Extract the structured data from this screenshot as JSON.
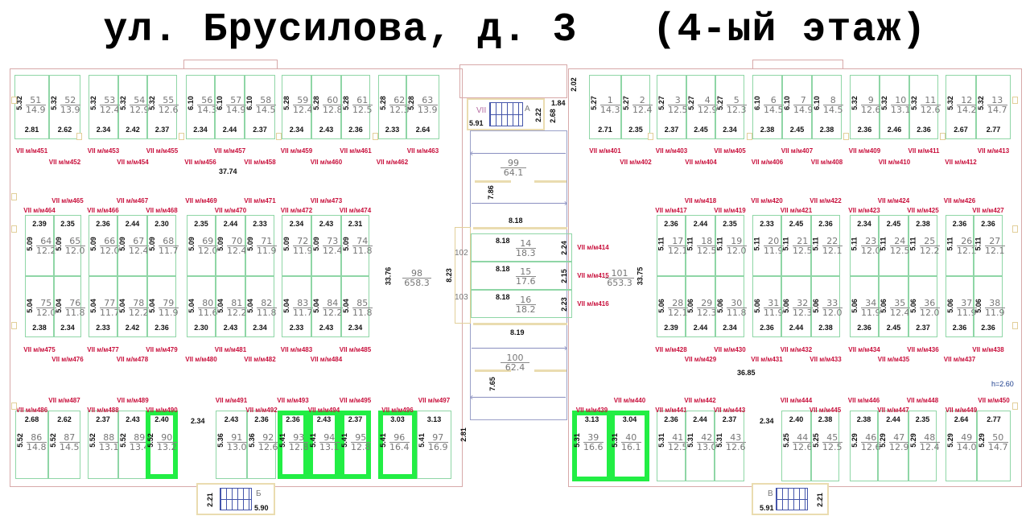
{
  "title": "ул. Брусилова, д. 3   (4-ый этаж)",
  "rows": {
    "top_left": [
      {
        "num": "51",
        "area": "14.9",
        "width": "5.32",
        "depth": "2.81",
        "label": "VII м/м451"
      },
      {
        "num": "52",
        "area": "13.9",
        "width": "5.32",
        "depth": "2.62",
        "label": "VII м/м452"
      },
      {
        "num": "53",
        "area": "12.4",
        "width": "5.32",
        "depth": "2.34",
        "label": "VII м/м453"
      },
      {
        "num": "54",
        "area": "12.9",
        "width": "5.32",
        "depth": "2.42",
        "label": "VII м/м454"
      },
      {
        "num": "55",
        "area": "12.6",
        "width": "5.32",
        "depth": "2.37",
        "label": "VII м/м455"
      },
      {
        "num": "56",
        "area": "14.3",
        "width": "6.10",
        "depth": "2.34",
        "label": "VII м/м456"
      },
      {
        "num": "57",
        "area": "14.9",
        "width": "6.10",
        "depth": "2.44",
        "label": "VII м/м457"
      },
      {
        "num": "58",
        "area": "14.5",
        "width": "6.10",
        "depth": "2.37",
        "label": "VII м/м458"
      },
      {
        "num": "59",
        "area": "12.4",
        "width": "5.28",
        "depth": "2.34",
        "label": "VII м/м459"
      },
      {
        "num": "60",
        "area": "12.8",
        "width": "5.28",
        "depth": "2.43",
        "label": "VII м/м460"
      },
      {
        "num": "61",
        "area": "12.5",
        "width": "5.28",
        "depth": "2.36",
        "label": "VII м/м461"
      },
      {
        "num": "62",
        "area": "12.3",
        "width": "5.28",
        "depth": "2.33",
        "label": "VII м/м462"
      },
      {
        "num": "63",
        "area": "13.9",
        "width": "5.28",
        "depth": "2.64",
        "label": "VII м/м463"
      }
    ],
    "top_right": [
      {
        "num": "1",
        "area": "14.3",
        "width": "5.27",
        "depth": "2.71",
        "label": "VII м/м401"
      },
      {
        "num": "2",
        "area": "12.4",
        "width": "5.27",
        "depth": "2.35",
        "label": "VII м/м402"
      },
      {
        "num": "3",
        "area": "12.5",
        "width": "5.27",
        "depth": "2.37",
        "label": "VII м/м403"
      },
      {
        "num": "4",
        "area": "12.9",
        "width": "5.27",
        "depth": "2.45",
        "label": "VII м/м404"
      },
      {
        "num": "5",
        "area": "12.3",
        "width": "5.27",
        "depth": "2.34",
        "label": "VII м/м405"
      },
      {
        "num": "6",
        "area": "14.5",
        "width": "6.10",
        "depth": "2.38",
        "label": "VII м/м406"
      },
      {
        "num": "7",
        "area": "14.9",
        "width": "6.10",
        "depth": "2.45",
        "label": "VII м/м407"
      },
      {
        "num": "8",
        "area": "14.5",
        "width": "6.10",
        "depth": "2.38",
        "label": "VII м/м408"
      },
      {
        "num": "9",
        "area": "12.6",
        "width": "5.32",
        "depth": "2.36",
        "label": "VII м/м409"
      },
      {
        "num": "10",
        "area": "13.1",
        "width": "5.32",
        "depth": "2.46",
        "label": "VII м/м410"
      },
      {
        "num": "11",
        "area": "12.6",
        "width": "5.32",
        "depth": "2.36",
        "label": "VII м/м411"
      },
      {
        "num": "12",
        "area": "14.2",
        "width": "5.32",
        "depth": "2.67",
        "label": "VII м/м412"
      },
      {
        "num": "13",
        "area": "14.7",
        "width": "5.32",
        "depth": "2.77",
        "label": "VII м/м413"
      }
    ],
    "mid_left_top": [
      {
        "num": "64",
        "area": "12.2",
        "width": "5.09",
        "depth": "2.39",
        "label": "VII м/м464"
      },
      {
        "num": "65",
        "area": "12.0",
        "width": "5.09",
        "depth": "2.35",
        "label": "VII м/м465"
      },
      {
        "num": "66",
        "area": "12.0",
        "width": "5.09",
        "depth": "2.36",
        "label": "VII м/м466"
      },
      {
        "num": "67",
        "area": "12.4",
        "width": "5.09",
        "depth": "2.44",
        "label": "VII м/м467"
      },
      {
        "num": "68",
        "area": "11.7",
        "width": "5.09",
        "depth": "2.30",
        "label": "VII м/м468"
      },
      {
        "num": "69",
        "area": "12.0",
        "width": "5.09",
        "depth": "2.35",
        "label": "VII м/м469"
      },
      {
        "num": "70",
        "area": "12.4",
        "width": "5.09",
        "depth": "2.44",
        "label": "VII м/м470"
      },
      {
        "num": "71",
        "area": "11.9",
        "width": "5.09",
        "depth": "2.33",
        "label": "VII м/м471"
      },
      {
        "num": "72",
        "area": "11.9",
        "width": "5.09",
        "depth": "2.34",
        "label": "VII м/м472"
      },
      {
        "num": "73",
        "area": "12.4",
        "width": "5.09",
        "depth": "2.43",
        "label": "VII м/м473"
      },
      {
        "num": "74",
        "area": "11.8",
        "width": "5.09",
        "depth": "2.31",
        "label": "VII м/м474"
      }
    ],
    "mid_left_bottom": [
      {
        "num": "75",
        "area": "12.0",
        "width": "5.04",
        "depth": "2.38",
        "label": "VII м/м475"
      },
      {
        "num": "76",
        "area": "11.8",
        "width": "5.04",
        "depth": "2.34",
        "label": "VII м/м476"
      },
      {
        "num": "77",
        "area": "11.7",
        "width": "5.04",
        "depth": "2.33",
        "label": "VII м/м477"
      },
      {
        "num": "78",
        "area": "12.2",
        "width": "5.04",
        "depth": "2.42",
        "label": "VII м/м478"
      },
      {
        "num": "79",
        "area": "11.9",
        "width": "5.04",
        "depth": "2.36",
        "label": "VII м/м479"
      },
      {
        "num": "80",
        "area": "11.6",
        "width": "5.04",
        "depth": "2.30",
        "label": "VII м/м480"
      },
      {
        "num": "81",
        "area": "12.2",
        "width": "5.04",
        "depth": "2.43",
        "label": "VII м/м481"
      },
      {
        "num": "82",
        "area": "11.8",
        "width": "5.04",
        "depth": "2.34",
        "label": "VII м/м482"
      },
      {
        "num": "83",
        "area": "11.7",
        "width": "5.04",
        "depth": "2.33",
        "label": "VII м/м483"
      },
      {
        "num": "84",
        "area": "12.2",
        "width": "5.04",
        "depth": "2.43",
        "label": "VII м/м484"
      },
      {
        "num": "85",
        "area": "11.8",
        "width": "5.04",
        "depth": "2.34",
        "label": "VII м/м485"
      }
    ],
    "mid_right_top": [
      {
        "num": "17",
        "area": "12.1",
        "width": "5.11",
        "depth": "2.36",
        "label": "VII м/м417"
      },
      {
        "num": "18",
        "area": "12.5",
        "width": "5.11",
        "depth": "2.44",
        "label": "VII м/м418"
      },
      {
        "num": "19",
        "area": "12.0",
        "width": "5.11",
        "depth": "2.35",
        "label": "VII м/м419"
      },
      {
        "num": "20",
        "area": "11.9",
        "width": "5.11",
        "depth": "2.33",
        "label": "VII м/м420"
      },
      {
        "num": "21",
        "area": "12.5",
        "width": "5.11",
        "depth": "2.45",
        "label": "VII м/м421"
      },
      {
        "num": "22",
        "area": "12.1",
        "width": "5.11",
        "depth": "2.36",
        "label": "VII м/м422"
      },
      {
        "num": "23",
        "area": "12.0",
        "width": "5.11",
        "depth": "2.34",
        "label": "VII м/м423"
      },
      {
        "num": "24",
        "area": "12.5",
        "width": "5.11",
        "depth": "2.45",
        "label": "VII м/м424"
      },
      {
        "num": "25",
        "area": "12.2",
        "width": "5.11",
        "depth": "2.38",
        "label": "VII м/м425"
      },
      {
        "num": "26",
        "area": "12.1",
        "width": "5.11",
        "depth": "2.36",
        "label": "VII м/м426"
      },
      {
        "num": "27",
        "area": "12.1",
        "width": "5.11",
        "depth": "2.36",
        "label": "VII м/м427"
      }
    ],
    "mid_right_bottom": [
      {
        "num": "28",
        "area": "12.1",
        "width": "5.06",
        "depth": "2.39",
        "label": "VII м/м428"
      },
      {
        "num": "29",
        "area": "12.3",
        "width": "5.06",
        "depth": "2.44",
        "label": "VII м/м429"
      },
      {
        "num": "30",
        "area": "11.8",
        "width": "5.06",
        "depth": "2.34",
        "label": "VII м/м430"
      },
      {
        "num": "31",
        "area": "11.9",
        "width": "5.06",
        "depth": "2.36",
        "label": "VII м/м431"
      },
      {
        "num": "32",
        "area": "12.3",
        "width": "5.06",
        "depth": "2.44",
        "label": "VII м/м432"
      },
      {
        "num": "33",
        "area": "12.0",
        "width": "5.06",
        "depth": "2.38",
        "label": "VII м/м433"
      },
      {
        "num": "34",
        "area": "11.9",
        "width": "5.06",
        "depth": "2.36",
        "label": "VII м/м434"
      },
      {
        "num": "35",
        "area": "12.4",
        "width": "5.06",
        "depth": "2.45",
        "label": "VII м/м435"
      },
      {
        "num": "36",
        "area": "12.0",
        "width": "5.06",
        "depth": "2.37",
        "label": "VII м/м436"
      },
      {
        "num": "37",
        "area": "11.9",
        "width": "5.06",
        "depth": "2.36",
        "label": "VII м/м437"
      },
      {
        "num": "38",
        "area": "11.9",
        "width": "5.06",
        "depth": "2.36",
        "label": "VII м/м438"
      }
    ],
    "bottom_left": [
      {
        "num": "86",
        "area": "14.8",
        "width": "5.52",
        "depth": "2.68",
        "label": "VII м/м486"
      },
      {
        "num": "87",
        "area": "14.5",
        "width": "5.52",
        "depth": "2.62",
        "label": "VII м/м487"
      },
      {
        "num": "88",
        "area": "13.1",
        "width": "5.52",
        "depth": "2.37",
        "label": "VII м/м488"
      },
      {
        "num": "89",
        "area": "13.4",
        "width": "5.52",
        "depth": "2.43",
        "label": "VII м/м489"
      },
      {
        "num": "90",
        "area": "13.2",
        "width": "5.52",
        "depth": "2.40",
        "label": "VII м/м490",
        "highlight": true
      },
      {
        "num": "91",
        "area": "13.0",
        "width": "5.36",
        "depth": "2.43",
        "label": "VII м/м491"
      },
      {
        "num": "92",
        "area": "12.6",
        "width": "5.36",
        "depth": "2.36",
        "label": "VII м/м492"
      },
      {
        "num": "93",
        "area": "12.8",
        "width": "5.41",
        "depth": "2.36",
        "label": "VII м/м493",
        "highlight": true
      },
      {
        "num": "94",
        "area": "13.1",
        "width": "5.41",
        "depth": "2.43",
        "label": "VII м/м494",
        "highlight": true
      },
      {
        "num": "95",
        "area": "12.8",
        "width": "5.41",
        "depth": "2.37",
        "label": "VII м/м495",
        "highlight": true
      },
      {
        "num": "96",
        "area": "16.4",
        "width": "5.41",
        "depth": "3.03",
        "label": "VII м/м496",
        "highlight": true
      },
      {
        "num": "97",
        "area": "16.9",
        "width": "5.41",
        "depth": "3.13",
        "label": "VII м/м497"
      }
    ],
    "bottom_right": [
      {
        "num": "39",
        "area": "16.6",
        "width": "5.31",
        "depth": "3.13",
        "label": "VII м/м439",
        "highlight": true
      },
      {
        "num": "40",
        "area": "16.1",
        "width": "5.31",
        "depth": "3.04",
        "label": "VII м/м440",
        "highlight": true
      },
      {
        "num": "41",
        "area": "12.5",
        "width": "5.31",
        "depth": "2.36",
        "label": "VII м/м441"
      },
      {
        "num": "42",
        "area": "13.0",
        "width": "5.31",
        "depth": "2.44",
        "label": "VII м/м442"
      },
      {
        "num": "43",
        "area": "12.6",
        "width": "5.31",
        "depth": "2.37",
        "label": "VII м/м443"
      },
      {
        "num": "44",
        "area": "12.6",
        "width": "5.25",
        "depth": "2.40",
        "label": "VII м/м444"
      },
      {
        "num": "45",
        "area": "12.5",
        "width": "5.25",
        "depth": "2.38",
        "label": "VII м/м445"
      },
      {
        "num": "46",
        "area": "12.6",
        "width": "5.29",
        "depth": "2.38",
        "label": "VII м/м446"
      },
      {
        "num": "47",
        "area": "12.9",
        "width": "5.29",
        "depth": "2.44",
        "label": "VII м/м447"
      },
      {
        "num": "48",
        "area": "12.4",
        "width": "5.29",
        "depth": "2.35",
        "label": "VII м/м448"
      },
      {
        "num": "49",
        "area": "14.0",
        "width": "5.29",
        "depth": "2.64",
        "label": "VII м/м449"
      },
      {
        "num": "50",
        "area": "14.7",
        "width": "5.29",
        "depth": "2.77",
        "label": "VII м/м450"
      }
    ]
  },
  "center_rooms": [
    {
      "num": "14",
      "area": "18.3",
      "length": "8.18",
      "width": "2.24",
      "label": "VII м/м414"
    },
    {
      "num": "15",
      "area": "17.6",
      "length": "8.18",
      "width": "2.15",
      "label": "VII м/м415"
    },
    {
      "num": "16",
      "area": "18.2",
      "length": "8.18",
      "width": "2.23",
      "label": "VII м/м416"
    }
  ],
  "areas": {
    "room_99": {
      "num": "99",
      "area": "64.1"
    },
    "room_100": {
      "num": "100",
      "area": "62.4"
    },
    "room_98": {
      "num": "98",
      "area": "658.3"
    },
    "room_101": {
      "num": "101",
      "area": "653.3"
    },
    "room_102": "102",
    "room_103": "103"
  },
  "stairs": {
    "a": {
      "section": "VII",
      "letter": "A",
      "length": "5.91",
      "width": "2.22",
      "side": "2.68",
      "top": "1.84",
      "wall": "2.02"
    },
    "b": {
      "letter": "Б",
      "length": "5.90",
      "width": "2.21"
    },
    "v": {
      "letter": "В",
      "length": "5.91",
      "width": "2.21"
    }
  },
  "dims": {
    "left_length": "37.74",
    "left_height": "33.76",
    "center_block": "8.23",
    "corridor_top": "7.86",
    "corridor_top_width": "8.18",
    "corridor_bottom_width": "8.19",
    "corridor_bottom": "7.65",
    "right_height": "33.75",
    "right_length": "36.85",
    "ceiling": "h=2.60",
    "bottom_left_wall": "2.81",
    "gap_left": "2.34",
    "gap_right": "2.34"
  },
  "colors": {
    "highlight": "#22ee44",
    "label": "#c8103c",
    "cell_border": "#8fd6a6"
  }
}
